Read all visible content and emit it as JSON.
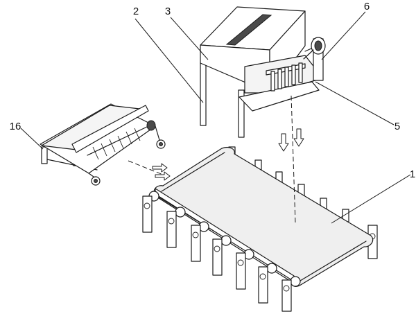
{
  "labels": {
    "l1": "1",
    "l2": "2",
    "l3": "3",
    "l5": "5",
    "l6": "6",
    "l16": "16"
  }
}
